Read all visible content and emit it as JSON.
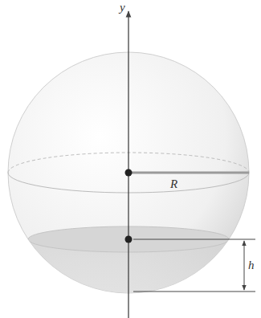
{
  "diagram": {
    "labels": [
      "y",
      "R",
      "h"
    ]
  }
}
